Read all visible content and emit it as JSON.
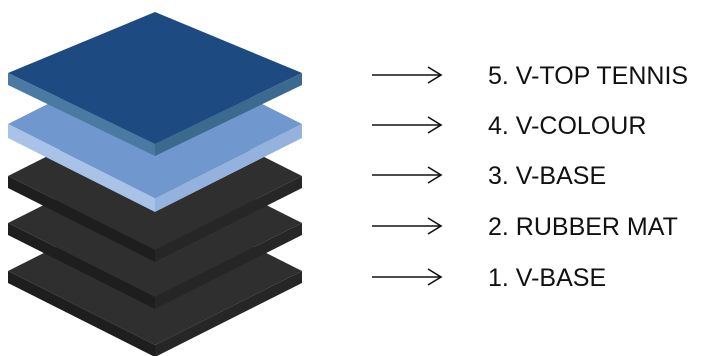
{
  "colors": {
    "layer_black_top": "#2f2f2f",
    "layer_black_side": "#1e1e1e",
    "layer_black_front": "#262626",
    "layer_colour_top": "#7197cf",
    "layer_colour_edge": "#a9c2e8",
    "layer_tennis_top": "#1d4a80",
    "layer_tennis_edge": "#3b6a8e",
    "arrow": "#111111",
    "label_text": "#111111"
  },
  "layers": [
    {
      "label": "5. V-TOP TENNIS",
      "material": "tennis"
    },
    {
      "label": "4. V-COLOUR",
      "material": "colour"
    },
    {
      "label": "3. V-BASE",
      "material": "black"
    },
    {
      "label": "2. RUBBER MAT",
      "material": "black"
    },
    {
      "label": "1. V-BASE",
      "material": "black"
    }
  ]
}
